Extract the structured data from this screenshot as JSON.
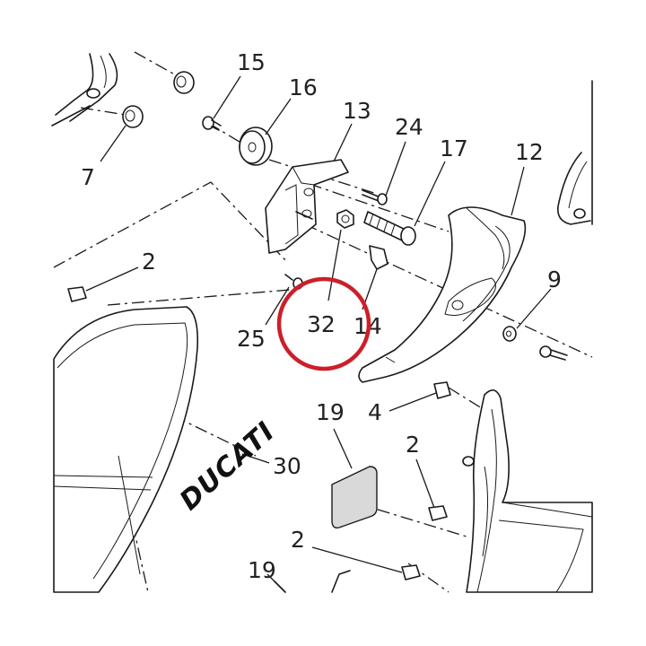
{
  "colors": {
    "ink": "#1a1a1a",
    "highlight": "#cc1f2a",
    "background": "#ffffff"
  },
  "brand_decal": "DUCATI",
  "callouts": [
    {
      "id": "c15",
      "label": "15"
    },
    {
      "id": "c16",
      "label": "16"
    },
    {
      "id": "c13",
      "label": "13"
    },
    {
      "id": "c24",
      "label": "24"
    },
    {
      "id": "c17",
      "label": "17"
    },
    {
      "id": "c12",
      "label": "12"
    },
    {
      "id": "c7",
      "label": "7"
    },
    {
      "id": "c2a",
      "label": "2"
    },
    {
      "id": "c9",
      "label": "9"
    },
    {
      "id": "c25",
      "label": "25"
    },
    {
      "id": "c32",
      "label": "32"
    },
    {
      "id": "c14",
      "label": "14"
    },
    {
      "id": "c19a",
      "label": "19"
    },
    {
      "id": "c4",
      "label": "4"
    },
    {
      "id": "c2b",
      "label": "2"
    },
    {
      "id": "c30",
      "label": "30"
    },
    {
      "id": "c2c",
      "label": "2"
    },
    {
      "id": "c19b",
      "label": "19"
    }
  ],
  "highlighted_part": "32"
}
